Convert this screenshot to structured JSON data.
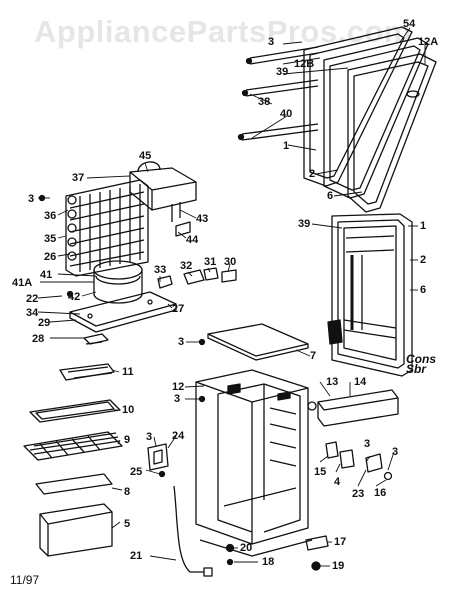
{
  "watermark": "AppliancePartsPros.com",
  "date_code": "11/97",
  "brand_mark": [
    "Cons",
    "Sbr"
  ],
  "callouts": [
    "54",
    "3",
    "12A",
    "39",
    "12B",
    "38",
    "40",
    "1",
    "2",
    "6",
    "45",
    "37",
    "3",
    "36",
    "43",
    "35",
    "44",
    "26",
    "41",
    "33",
    "32",
    "31",
    "30",
    "41A",
    "22",
    "42",
    "34",
    "27",
    "29",
    "28",
    "39",
    "1",
    "2",
    "6",
    "3",
    "7",
    "11",
    "12",
    "3",
    "13",
    "14",
    "10",
    "9",
    "3",
    "24",
    "15",
    "4",
    "3",
    "23",
    "3",
    "16",
    "25",
    "8",
    "5",
    "17",
    "21",
    "20",
    "18",
    "19"
  ],
  "colors": {
    "ink": "#111111",
    "watermark": "#e6e6e6",
    "background": "#ffffff"
  }
}
